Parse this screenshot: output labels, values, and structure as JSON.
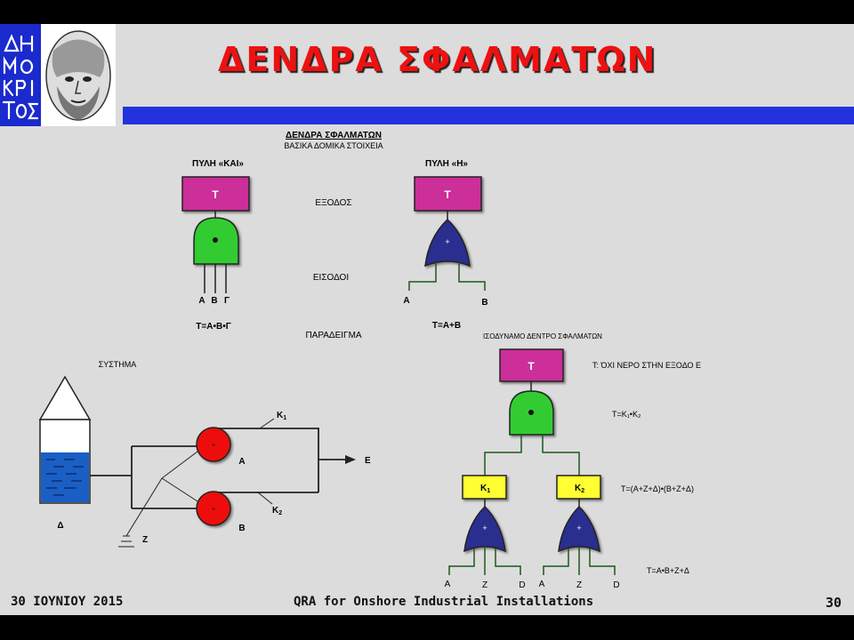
{
  "header": {
    "title": "ΔΕΝΔΡΑ ΣΦΑΛΜΑΤΩΝ",
    "logo_text": "ΔΗΜΟΚΡΙΤΟΣ"
  },
  "footer": {
    "date": "30 ΙΟΥΝΙΟΥ 2015",
    "course": "QRA for Onshore Industrial Installations",
    "page_number": "30"
  },
  "diagram": {
    "heading": "ΔΕΝΔΡΑ ΣΦΑΛΜΑΤΩΝ",
    "subheading": "ΒΑΣΙΚΑ ΔΟΜΙΚΑ ΣΤΟΙΧΕΙΑ",
    "and_gate_label": "ΠΥΛΗ «ΚΑΙ»",
    "or_gate_label": "ΠΥΛΗ «Η»",
    "top_event": "T",
    "output_label": "ΕΞΟΔΟΣ",
    "inputs_label": "ΕΙΣΟΔΟΙ",
    "and_inputs": [
      "Α",
      "Β",
      "Γ"
    ],
    "or_inputs": [
      "Α",
      "Β"
    ],
    "and_formula": "T=A•B•Γ",
    "or_formula": "T=A+B",
    "example_label": "ΠΑΡΑΔΕΙΓΜΑ",
    "equivalent_tree_label": "ΙΣΟΔΥΝΑΜΟ ΔΕΝΤΡΟ ΣΦΑΛΜΑΤΩΝ",
    "system_label": "ΣΥΣΤΗΜΑ",
    "tank_label": "Δ",
    "valve_a": "Α",
    "valve_b": "Β",
    "pipe_k1": "K",
    "pipe_k2": "K",
    "sub1": "1",
    "sub2": "2",
    "output_e": "Ε",
    "ground_z": "Z",
    "tree_top_desc": "T: ΌΧΙ ΝΕΡΟ ΣΤΗΝ ΕΞΟΔΟ Ε",
    "formula_1": "T=K₁•K₂",
    "formula_2": "T=(A+Z+Δ)•(B+Z+Δ)",
    "formula_3": "T=A•B+Z+Δ",
    "k1_box": "K",
    "k2_box": "K",
    "k1_inputs": [
      "A",
      "Z",
      "D"
    ],
    "k2_inputs": [
      "A",
      "Z",
      "D"
    ]
  },
  "colors": {
    "title_red": "#ee1111",
    "bar_blue": "#2233dd",
    "event_magenta": "#cc2f9a",
    "and_gate_green": "#33cc33",
    "or_gate_navy": "#2b2f8e",
    "intermediate_yellow": "#ffff33",
    "valve_red": "#ee1111",
    "water_blue": "#1a5fc4"
  }
}
